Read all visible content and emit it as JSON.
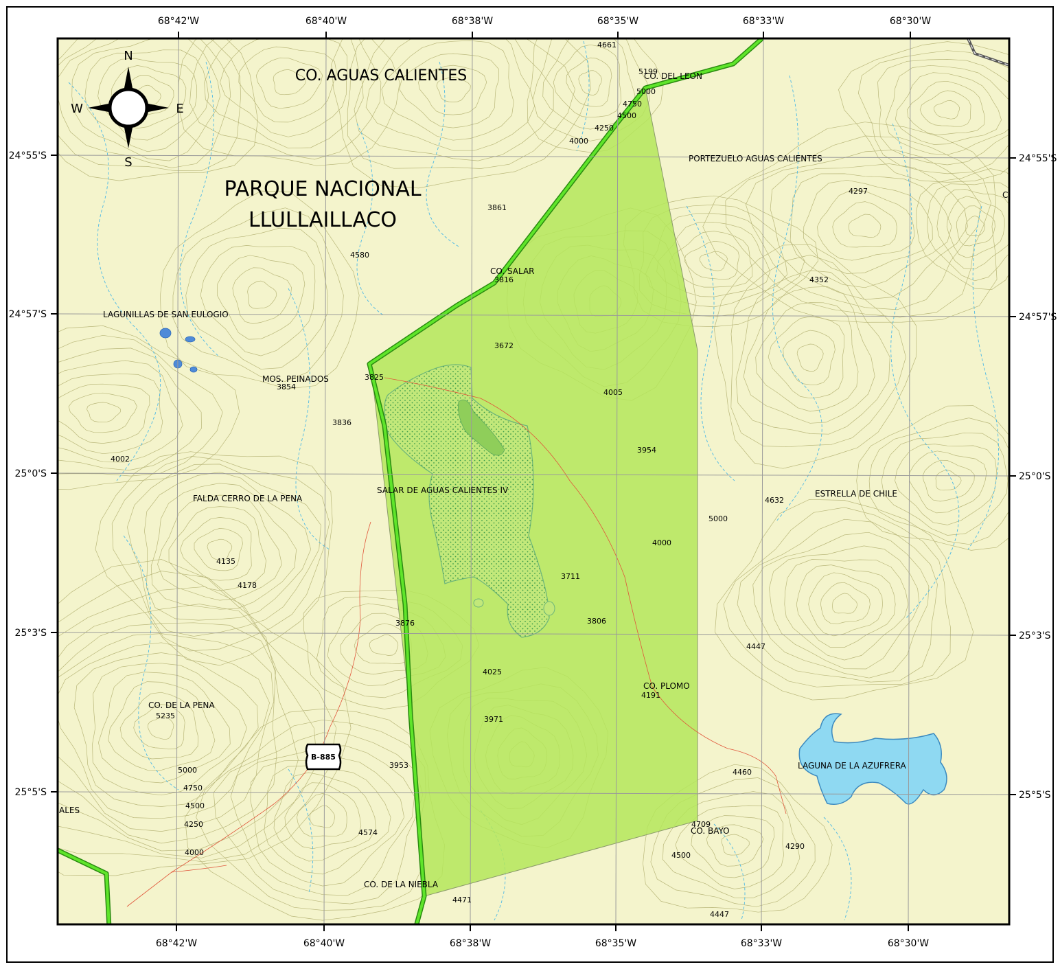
{
  "title": {
    "line1": "PARQUE NACIONAL",
    "line2": "LLULLAILLACO"
  },
  "compass": {
    "n": "N",
    "s": "S",
    "e": "E",
    "w": "W"
  },
  "longitudes_top": [
    "68°42'W",
    "68°40'W",
    "68°38'W",
    "68°35'W",
    "68°33'W",
    "68°30'W"
  ],
  "longitudes_bottom": [
    "68°42'W",
    "68°40'W",
    "68°38'W",
    "68°35'W",
    "68°33'W",
    "68°30'W"
  ],
  "latitudes_left": [
    "24°55'S",
    "24°57'S",
    "25°0'S",
    "25°3'S",
    "25°5'S"
  ],
  "latitudes_right": [
    "24°55'S",
    "24°57'S",
    "25°0'S",
    "25°3'S",
    "25°5'S"
  ],
  "places": {
    "aguas_calientes": "CO. AGUAS CALIENTES",
    "del_leon": "CO. DEL LEON",
    "portezuelo": "PORTEZUELO AGUAS CALIENTES",
    "co_salar": "CO. SALAR",
    "lagunillas": "LAGUNILLAS DE SAN EULOGIO",
    "mos_peinados": "MOS. PEINADOS",
    "salar": "SALAR DE AGUAS CALIENTES IV",
    "falda": "FALDA CERRO DE LA PENA",
    "estrella": "ESTRELLA DE CHILE",
    "co_plomo": "CO. PLOMO",
    "co_pena": "CO. DE LA PENA",
    "laguna": "LAGUNA DE LA AZUFRERA",
    "co_bayo": "CO. BAYO",
    "co_niebla": "CO. DE LA NIEBLA",
    "ales": "ALES",
    "edge_c": "C"
  },
  "road": "B-885",
  "elevations": {
    "e4661": "4661",
    "e5199": "5199",
    "e5000a": "5000",
    "e4750a": "4750",
    "e4500a": "4500",
    "e4250a": "4250",
    "e4000a": "4000",
    "e4297": "4297",
    "e3861": "3861",
    "e4580": "4580",
    "e3816": "3816",
    "e4352": "4352",
    "e3672": "3672",
    "e3825": "3825",
    "e3854": "3854",
    "e4005": "4005",
    "e3836": "3836",
    "e3954": "3954",
    "e4002": "4002",
    "e4632": "4632",
    "e5000b": "5000",
    "e4000b": "4000",
    "e4135": "4135",
    "e3711": "3711",
    "e4178": "4178",
    "e3876": "3876",
    "e3806": "3806",
    "e4447a": "4447",
    "e4025": "4025",
    "e4191": "4191",
    "e5235": "5235",
    "e3971": "3971",
    "e3953": "3953",
    "e5000c": "5000",
    "e4460": "4460",
    "e4750c": "4750",
    "e4500c": "4500",
    "e4250c": "4250",
    "e4709": "4709",
    "e4574": "4574",
    "e4290": "4290",
    "e4000c": "4000",
    "e4500d": "4500",
    "e4471": "4471",
    "e4447b": "4447"
  },
  "colors": {
    "land": "#f4f4cc",
    "contour": "#b9b77a",
    "stream": "#4bb8e6",
    "salar_zone": "#b4e65a",
    "park_boundary": "#3dcc16",
    "lake": "#8fd9f2",
    "grid": "#9a9a9a"
  }
}
